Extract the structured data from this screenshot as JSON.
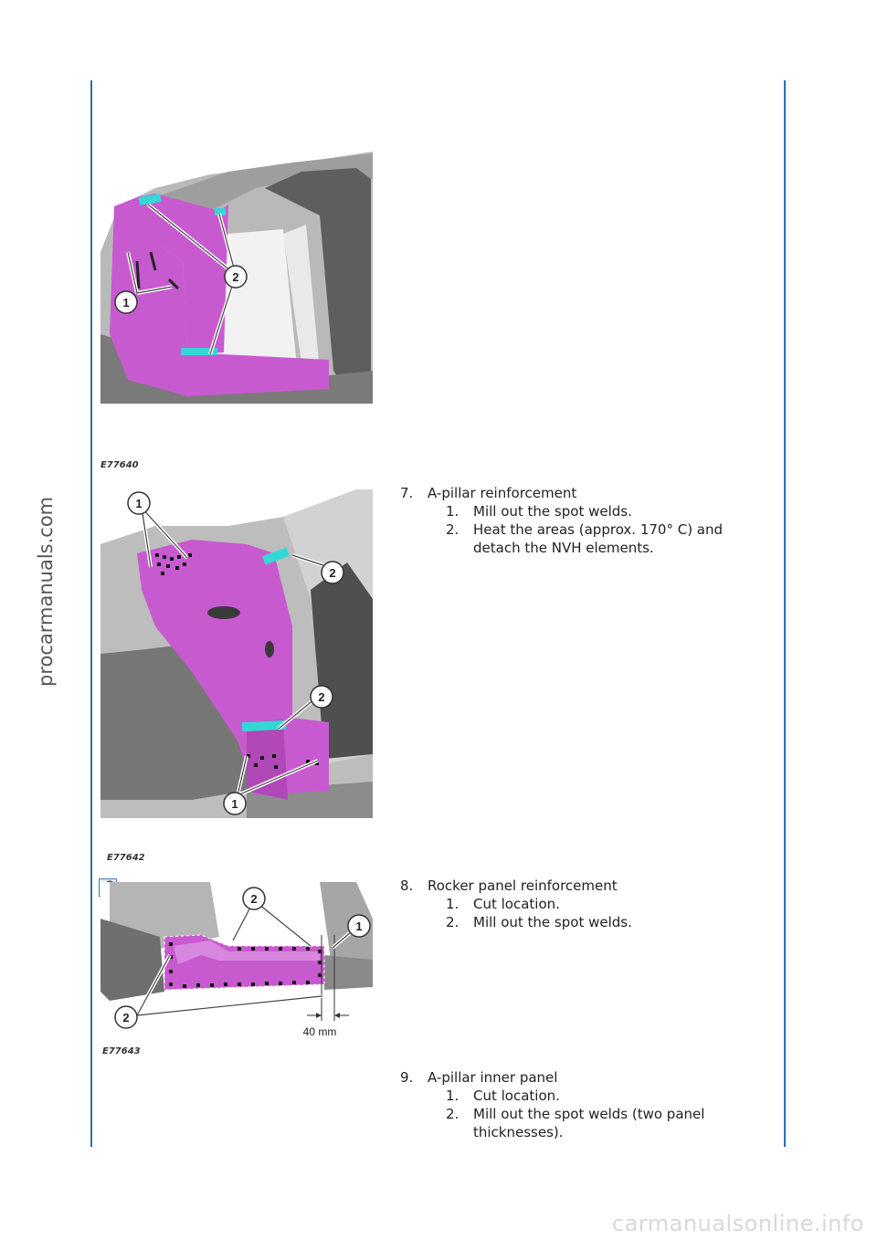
{
  "watermarks": {
    "side": "procarmanuals.com",
    "bottom": "carmanualsonline.info"
  },
  "figures": [
    {
      "code": "E77640",
      "callouts": [
        "1",
        "2"
      ]
    },
    {
      "code": "E77642",
      "callouts": [
        "1",
        "2",
        "2",
        "1"
      ]
    },
    {
      "code": "E77643",
      "callouts": [
        "2",
        "1",
        "2"
      ],
      "dimension": "40 mm"
    }
  ],
  "steps": [
    {
      "number": "7.",
      "title": "A-pillar reinforcement",
      "items": [
        {
          "number": "1.",
          "text": "Mill out the spot welds."
        },
        {
          "number": "2.",
          "text": "Heat the areas (approx. 170° C) and detach the NVH elements."
        }
      ]
    },
    {
      "number": "8.",
      "title": "Rocker panel reinforcement",
      "items": [
        {
          "number": "1.",
          "text": "Cut location."
        },
        {
          "number": "2.",
          "text": "Mill out the spot welds."
        }
      ]
    },
    {
      "number": "9.",
      "title": "A-pillar inner panel",
      "items": [
        {
          "number": "1.",
          "text": "Cut location."
        },
        {
          "number": "2.",
          "text": "Mill out the spot welds (two panel thicknesses)."
        }
      ]
    }
  ],
  "colors": {
    "rule": "#2d6fb8",
    "panel_highlight": "#c85ad0",
    "cut_marker": "#35d6d6",
    "body_grey": "#8a8a8a"
  }
}
